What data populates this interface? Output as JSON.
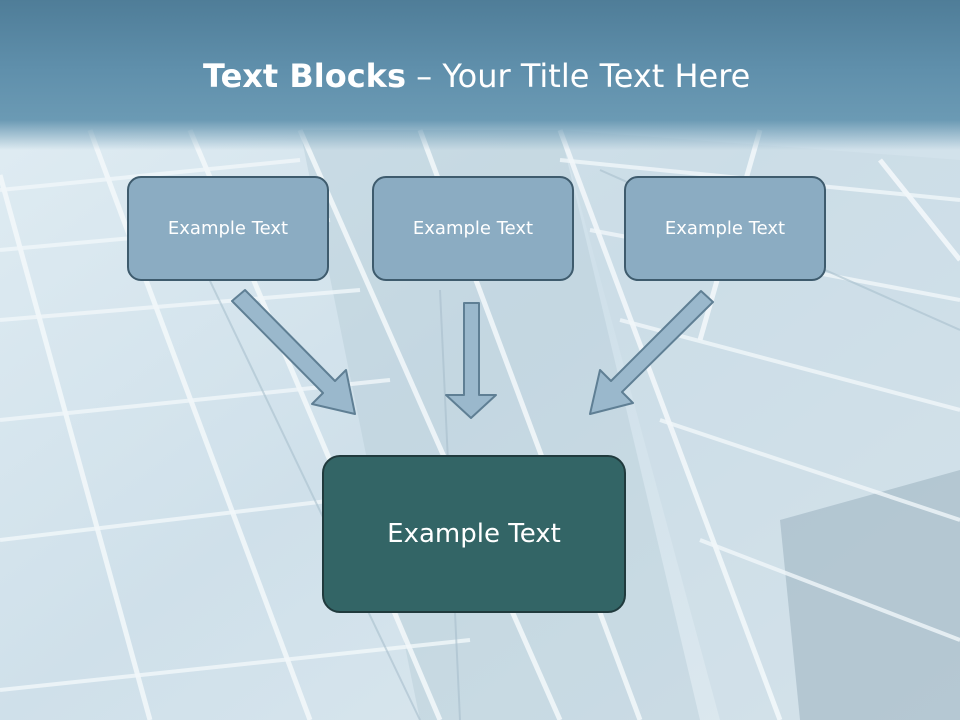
{
  "slide": {
    "title_bold": "Text Blocks",
    "title_rest": " – Your Title Text Here"
  },
  "boxes": [
    {
      "label": "Example Text"
    },
    {
      "label": "Example Text"
    },
    {
      "label": "Example Text"
    }
  ],
  "main_box": {
    "label": "Example Text"
  },
  "colors": {
    "header": "#5f8fab",
    "box_fill": "#8bacc2",
    "main_box_fill": "#336566",
    "arrow_fill": "#9ab8cc"
  }
}
